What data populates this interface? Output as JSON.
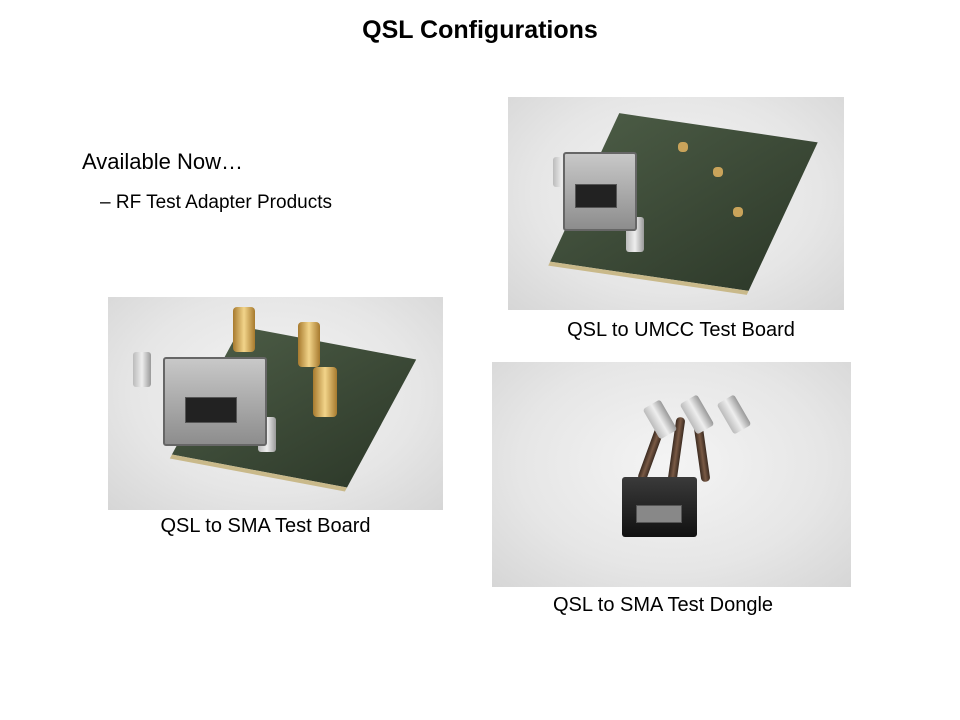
{
  "title": "QSL Configurations",
  "bullets": {
    "level1": "Available Now…",
    "level2": "– RF Test Adapter Products"
  },
  "figures": [
    {
      "caption": "QSL to UMCC Test Board"
    },
    {
      "caption": "QSL to SMA Test Board"
    },
    {
      "caption": "QSL to SMA Test Dongle"
    }
  ]
}
